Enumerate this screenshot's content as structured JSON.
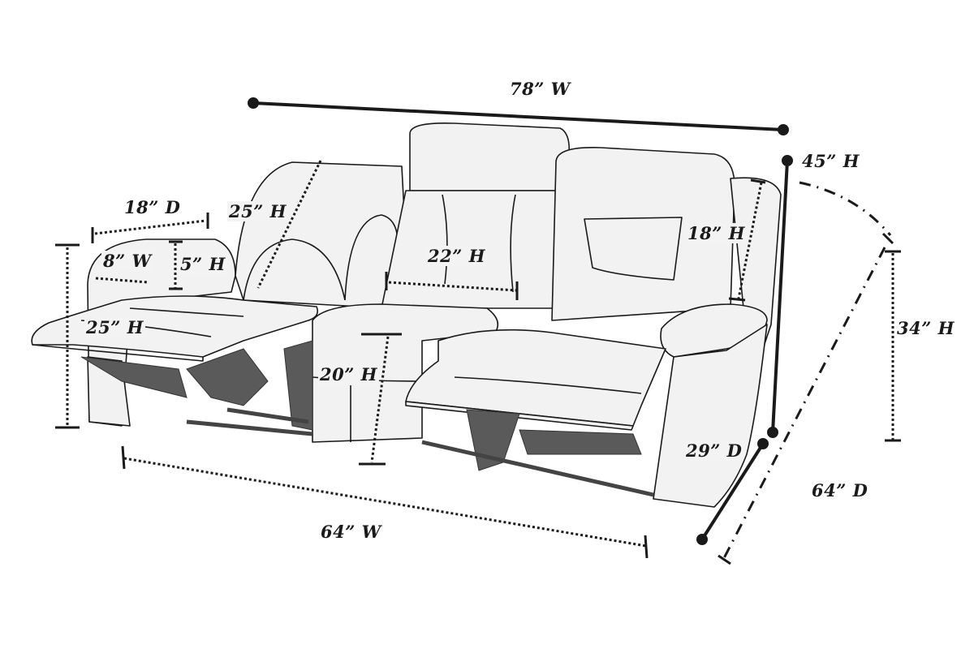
{
  "diagram": {
    "subject": "Reclining sofa with center console - dimension diagram",
    "colors": {
      "outline": "#1a1a1a",
      "fill": "#f2f2f2",
      "mechanism": "#5a5a5a",
      "background": "#ffffff"
    },
    "dimensions": {
      "overall_width": "78” W",
      "overall_height": "45” H",
      "seat_width": "64” W",
      "overall_depth": "29” D",
      "reclined_depth": "64” D",
      "reclined_height": "34” H",
      "arm_depth": "18” D",
      "arm_width": "8” W",
      "arm_height": "5” H",
      "floor_to_arm_height": "25” H",
      "back_height": "25” H",
      "console_back_height": "22” H",
      "seat_height": "20” H",
      "right_back_height": "18” H"
    }
  }
}
